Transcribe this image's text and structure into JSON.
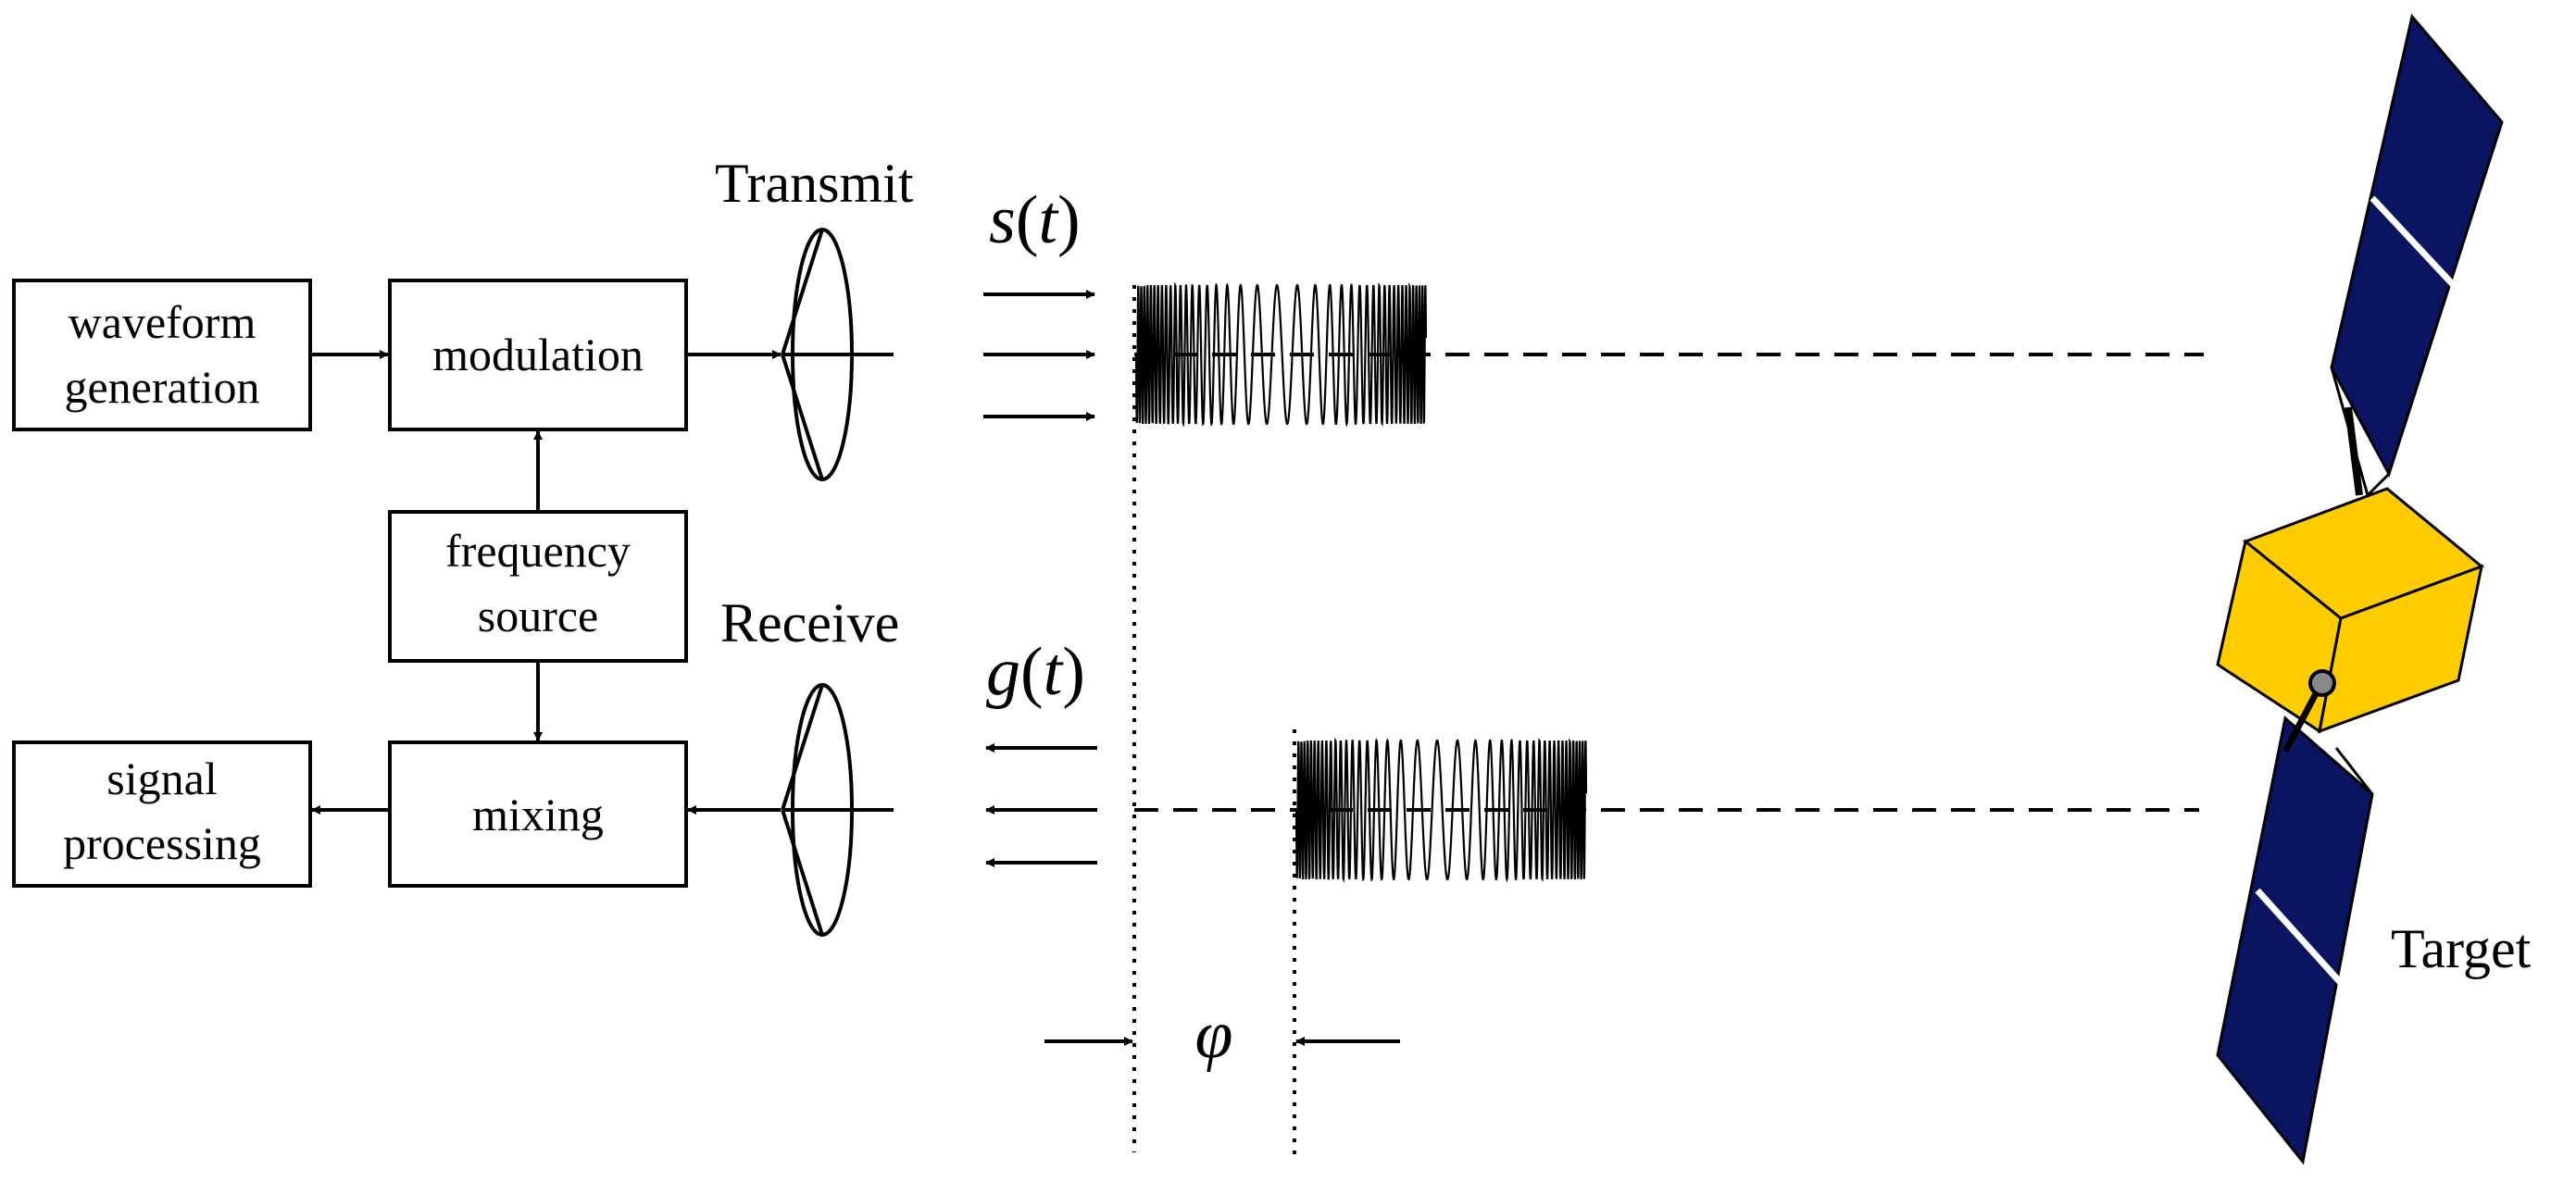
{
  "blocks": {
    "waveform": [
      "waveform",
      "generation"
    ],
    "modulation": "modulation",
    "frequency_source": [
      "frequency",
      "source"
    ],
    "mixing": "mixing",
    "signal_processing": [
      "signal",
      "processing"
    ]
  },
  "labels": {
    "transmit": "Transmit",
    "receive": "Receive",
    "target": "Target"
  },
  "signals": {
    "transmit": {
      "name": "s",
      "arg": "t"
    },
    "receive": {
      "name": "g",
      "arg": "t"
    }
  },
  "delay_symbol": "φ",
  "colors": {
    "satellite_body": "#ffcc00",
    "solar_panel": "#0b1460",
    "line": "#000000",
    "panel_stripe": "#ffffff",
    "antenna_knob": "#888888"
  }
}
